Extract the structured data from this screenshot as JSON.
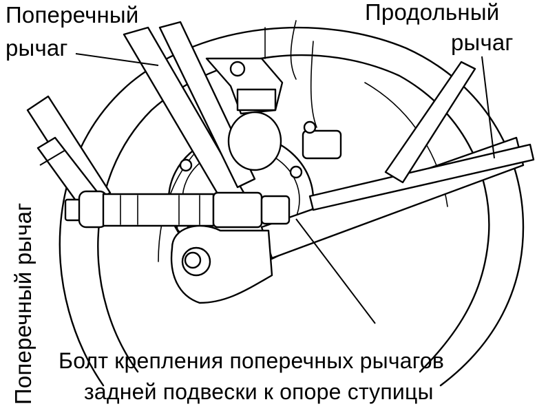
{
  "labels": {
    "top_left_line1": "Поперечный",
    "top_left_line2": "рычаг",
    "top_right_line1": "Продольный",
    "top_right_line2": "рычаг",
    "left_vertical": "Поперечный рычаг",
    "caption_line1": "Болт крепления поперечных рычагов",
    "caption_line2": "задней подвески к опоре ступицы"
  }
}
